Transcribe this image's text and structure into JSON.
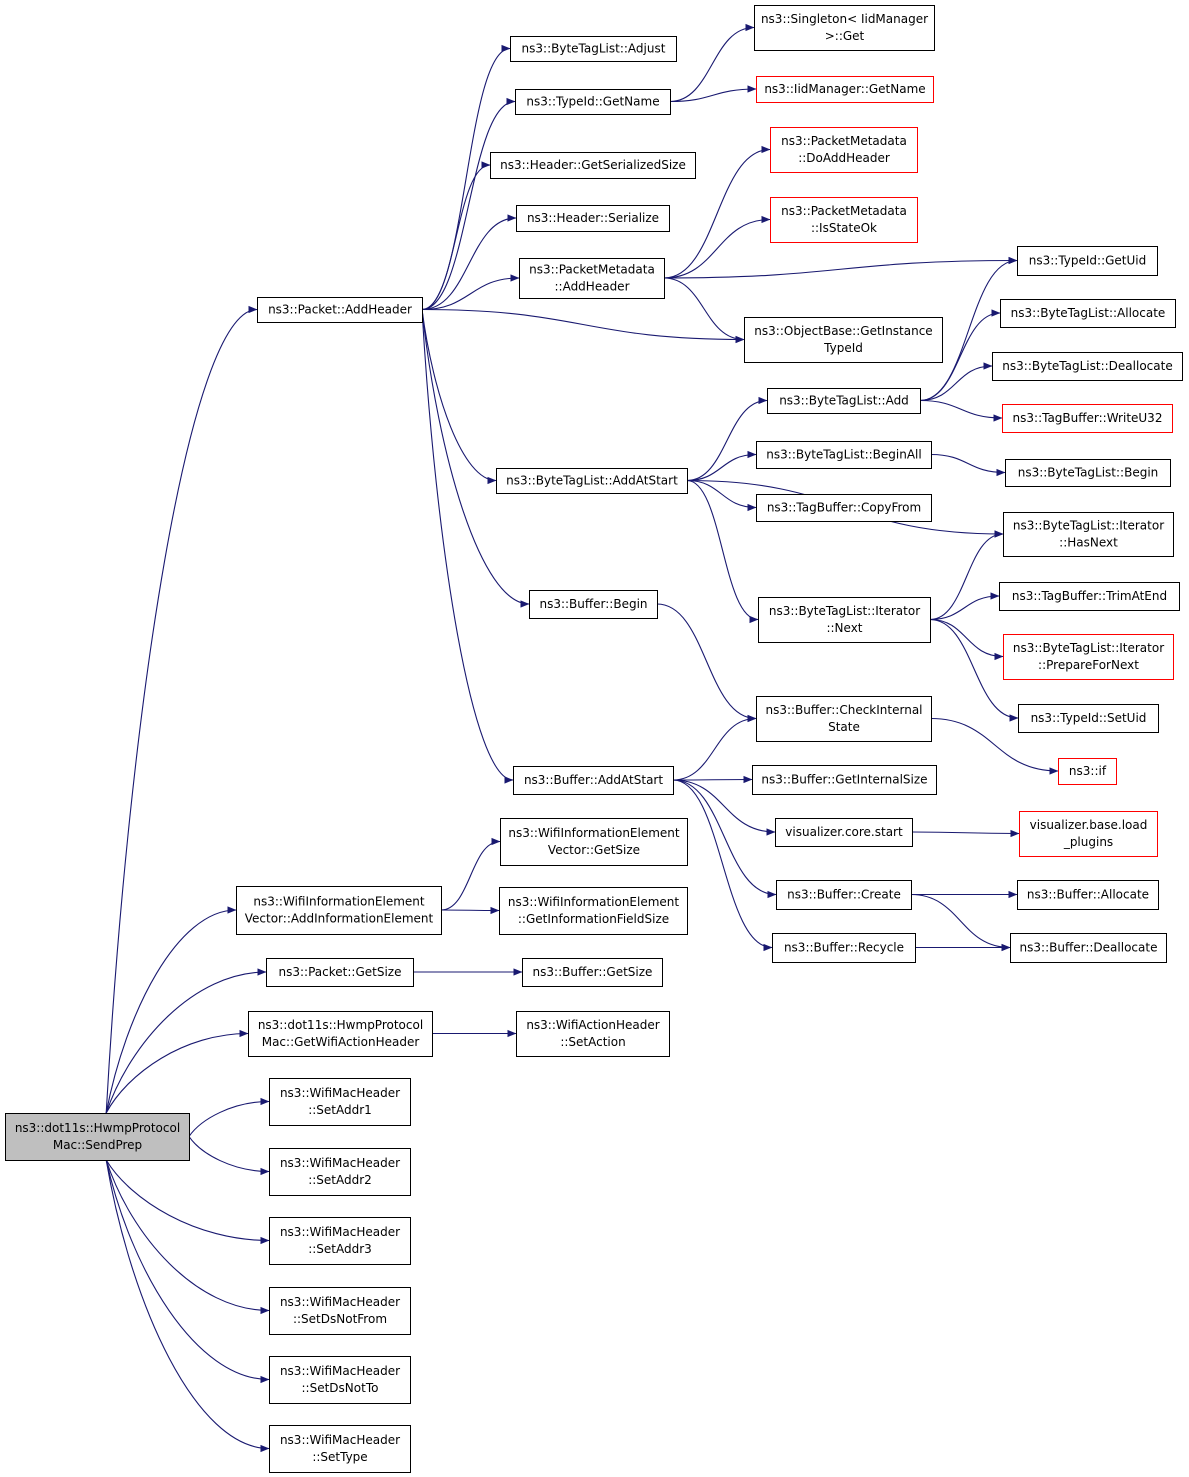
{
  "colors": {
    "edge": "#191970",
    "border": "#000000",
    "border_truncated": "#ff0000",
    "root_fill": "#bfbfbf",
    "fill": "#ffffff"
  },
  "nodes": [
    {
      "id": "sendprep",
      "lines": [
        "ns3::dot11s::HwmpProtocol",
        "Mac::SendPrep"
      ],
      "style": "root"
    },
    {
      "id": "addheader",
      "lines": [
        "ns3::Packet::AddHeader"
      ],
      "style": "normal"
    },
    {
      "id": "btl_adjust",
      "lines": [
        "ns3::ByteTagList::Adjust"
      ],
      "style": "normal"
    },
    {
      "id": "typeid_getname",
      "lines": [
        "ns3::TypeId::GetName"
      ],
      "style": "normal"
    },
    {
      "id": "header_getsersize",
      "lines": [
        "ns3::Header::GetSerializedSize"
      ],
      "style": "normal"
    },
    {
      "id": "header_serialize",
      "lines": [
        "ns3::Header::Serialize"
      ],
      "style": "normal"
    },
    {
      "id": "pm_addheader",
      "lines": [
        "ns3::PacketMetadata",
        "::AddHeader"
      ],
      "style": "normal"
    },
    {
      "id": "singleton_get",
      "lines": [
        "ns3::Singleton< IidManager",
        ">::Get"
      ],
      "style": "normal"
    },
    {
      "id": "iid_getname",
      "lines": [
        "ns3::IidManager::GetName"
      ],
      "style": "truncated"
    },
    {
      "id": "pm_doaddheader",
      "lines": [
        "ns3::PacketMetadata",
        "::DoAddHeader"
      ],
      "style": "truncated"
    },
    {
      "id": "pm_isstateok",
      "lines": [
        "ns3::PacketMetadata",
        "::IsStateOk"
      ],
      "style": "truncated"
    },
    {
      "id": "typeid_getuid",
      "lines": [
        "ns3::TypeId::GetUid"
      ],
      "style": "normal"
    },
    {
      "id": "ob_getinstancetypeid",
      "lines": [
        "ns3::ObjectBase::GetInstance",
        "TypeId"
      ],
      "style": "normal"
    },
    {
      "id": "btl_allocate",
      "lines": [
        "ns3::ByteTagList::Allocate"
      ],
      "style": "normal"
    },
    {
      "id": "btl_add",
      "lines": [
        "ns3::ByteTagList::Add"
      ],
      "style": "normal"
    },
    {
      "id": "btl_deallocate",
      "lines": [
        "ns3::ByteTagList::Deallocate"
      ],
      "style": "normal"
    },
    {
      "id": "tb_writeu32",
      "lines": [
        "ns3::TagBuffer::WriteU32"
      ],
      "style": "truncated"
    },
    {
      "id": "btl_addatstart",
      "lines": [
        "ns3::ByteTagList::AddAtStart"
      ],
      "style": "normal"
    },
    {
      "id": "btl_beginall",
      "lines": [
        "ns3::ByteTagList::BeginAll"
      ],
      "style": "normal"
    },
    {
      "id": "btl_begin",
      "lines": [
        "ns3::ByteTagList::Begin"
      ],
      "style": "normal"
    },
    {
      "id": "tb_copyfrom",
      "lines": [
        "ns3::TagBuffer::CopyFrom"
      ],
      "style": "normal"
    },
    {
      "id": "iter_hasnext",
      "lines": [
        "ns3::ByteTagList::Iterator",
        "::HasNext"
      ],
      "style": "normal"
    },
    {
      "id": "buffer_begin",
      "lines": [
        "ns3::Buffer::Begin"
      ],
      "style": "normal"
    },
    {
      "id": "iter_next",
      "lines": [
        "ns3::ByteTagList::Iterator",
        "::Next"
      ],
      "style": "normal"
    },
    {
      "id": "tb_trimatend",
      "lines": [
        "ns3::TagBuffer::TrimAtEnd"
      ],
      "style": "normal"
    },
    {
      "id": "iter_prepare",
      "lines": [
        "ns3::ByteTagList::Iterator",
        "::PrepareForNext"
      ],
      "style": "truncated"
    },
    {
      "id": "typeid_setuid",
      "lines": [
        "ns3::TypeId::SetUid"
      ],
      "style": "normal"
    },
    {
      "id": "buf_checkinternal",
      "lines": [
        "ns3::Buffer::CheckInternal",
        "State"
      ],
      "style": "normal"
    },
    {
      "id": "ns3_if",
      "lines": [
        "ns3::if"
      ],
      "style": "truncated"
    },
    {
      "id": "buf_addatstart",
      "lines": [
        "ns3::Buffer::AddAtStart"
      ],
      "style": "normal"
    },
    {
      "id": "buf_getinternalsize",
      "lines": [
        "ns3::Buffer::GetInternalSize"
      ],
      "style": "normal"
    },
    {
      "id": "vis_core_start",
      "lines": [
        "visualizer.core.start"
      ],
      "style": "normal"
    },
    {
      "id": "vis_base_load",
      "lines": [
        "visualizer.base.load",
        "_plugins"
      ],
      "style": "truncated"
    },
    {
      "id": "buf_create",
      "lines": [
        "ns3::Buffer::Create"
      ],
      "style": "normal"
    },
    {
      "id": "buf_allocate",
      "lines": [
        "ns3::Buffer::Allocate"
      ],
      "style": "normal"
    },
    {
      "id": "buf_recycle",
      "lines": [
        "ns3::Buffer::Recycle"
      ],
      "style": "normal"
    },
    {
      "id": "buf_deallocate",
      "lines": [
        "ns3::Buffer::Deallocate"
      ],
      "style": "normal"
    },
    {
      "id": "wiev_getsize",
      "lines": [
        "ns3::WifiInformationElement",
        "Vector::GetSize"
      ],
      "style": "normal"
    },
    {
      "id": "wiev_addie",
      "lines": [
        "ns3::WifiInformationElement",
        "Vector::AddInformationElement"
      ],
      "style": "normal"
    },
    {
      "id": "wie_getfieldsize",
      "lines": [
        "ns3::WifiInformationElement",
        "::GetInformationFieldSize"
      ],
      "style": "normal"
    },
    {
      "id": "packet_getsize",
      "lines": [
        "ns3::Packet::GetSize"
      ],
      "style": "normal"
    },
    {
      "id": "buffer_getsize",
      "lines": [
        "ns3::Buffer::GetSize"
      ],
      "style": "normal"
    },
    {
      "id": "getwifiactionheader",
      "lines": [
        "ns3::dot11s::HwmpProtocol",
        "Mac::GetWifiActionHeader"
      ],
      "style": "normal"
    },
    {
      "id": "wah_setaction",
      "lines": [
        "ns3::WifiActionHeader",
        "::SetAction"
      ],
      "style": "normal"
    },
    {
      "id": "wmh_setaddr1",
      "lines": [
        "ns3::WifiMacHeader",
        "::SetAddr1"
      ],
      "style": "normal"
    },
    {
      "id": "wmh_setaddr2",
      "lines": [
        "ns3::WifiMacHeader",
        "::SetAddr2"
      ],
      "style": "normal"
    },
    {
      "id": "wmh_setaddr3",
      "lines": [
        "ns3::WifiMacHeader",
        "::SetAddr3"
      ],
      "style": "normal"
    },
    {
      "id": "wmh_setdsnotfrom",
      "lines": [
        "ns3::WifiMacHeader",
        "::SetDsNotFrom"
      ],
      "style": "normal"
    },
    {
      "id": "wmh_setdsnotto",
      "lines": [
        "ns3::WifiMacHeader",
        "::SetDsNotTo"
      ],
      "style": "normal"
    },
    {
      "id": "wmh_settype",
      "lines": [
        "ns3::WifiMacHeader",
        "::SetType"
      ],
      "style": "normal"
    }
  ],
  "edges": [
    [
      "sendprep",
      "addheader"
    ],
    [
      "sendprep",
      "wiev_addie"
    ],
    [
      "sendprep",
      "packet_getsize"
    ],
    [
      "sendprep",
      "getwifiactionheader"
    ],
    [
      "sendprep",
      "wmh_setaddr1"
    ],
    [
      "sendprep",
      "wmh_setaddr2"
    ],
    [
      "sendprep",
      "wmh_setaddr3"
    ],
    [
      "sendprep",
      "wmh_setdsnotfrom"
    ],
    [
      "sendprep",
      "wmh_setdsnotto"
    ],
    [
      "sendprep",
      "wmh_settype"
    ],
    [
      "addheader",
      "btl_adjust"
    ],
    [
      "addheader",
      "typeid_getname"
    ],
    [
      "addheader",
      "header_getsersize"
    ],
    [
      "addheader",
      "header_serialize"
    ],
    [
      "addheader",
      "pm_addheader"
    ],
    [
      "addheader",
      "ob_getinstancetypeid"
    ],
    [
      "addheader",
      "btl_addatstart"
    ],
    [
      "addheader",
      "buffer_begin"
    ],
    [
      "addheader",
      "buf_addatstart"
    ],
    [
      "typeid_getname",
      "singleton_get"
    ],
    [
      "typeid_getname",
      "iid_getname"
    ],
    [
      "pm_addheader",
      "pm_doaddheader"
    ],
    [
      "pm_addheader",
      "pm_isstateok"
    ],
    [
      "pm_addheader",
      "typeid_getuid"
    ],
    [
      "pm_addheader",
      "ob_getinstancetypeid"
    ],
    [
      "btl_addatstart",
      "btl_add"
    ],
    [
      "btl_addatstart",
      "btl_beginall"
    ],
    [
      "btl_addatstart",
      "tb_copyfrom"
    ],
    [
      "btl_addatstart",
      "iter_hasnext"
    ],
    [
      "btl_addatstart",
      "iter_next"
    ],
    [
      "btl_add",
      "typeid_getuid"
    ],
    [
      "btl_add",
      "btl_allocate"
    ],
    [
      "btl_add",
      "btl_deallocate"
    ],
    [
      "btl_add",
      "tb_writeu32"
    ],
    [
      "btl_beginall",
      "btl_begin"
    ],
    [
      "iter_next",
      "iter_hasnext"
    ],
    [
      "iter_next",
      "tb_trimatend"
    ],
    [
      "iter_next",
      "iter_prepare"
    ],
    [
      "iter_next",
      "typeid_setuid"
    ],
    [
      "buffer_begin",
      "buf_checkinternal"
    ],
    [
      "buf_checkinternal",
      "ns3_if"
    ],
    [
      "buf_addatstart",
      "buf_checkinternal"
    ],
    [
      "buf_addatstart",
      "buf_getinternalsize"
    ],
    [
      "buf_addatstart",
      "vis_core_start"
    ],
    [
      "buf_addatstart",
      "buf_create"
    ],
    [
      "buf_addatstart",
      "buf_recycle"
    ],
    [
      "vis_core_start",
      "vis_base_load"
    ],
    [
      "buf_create",
      "buf_allocate"
    ],
    [
      "buf_create",
      "buf_deallocate"
    ],
    [
      "buf_recycle",
      "buf_deallocate"
    ],
    [
      "wiev_addie",
      "wiev_getsize"
    ],
    [
      "wiev_addie",
      "wie_getfieldsize"
    ],
    [
      "packet_getsize",
      "buffer_getsize"
    ],
    [
      "getwifiactionheader",
      "wah_setaction"
    ]
  ]
}
